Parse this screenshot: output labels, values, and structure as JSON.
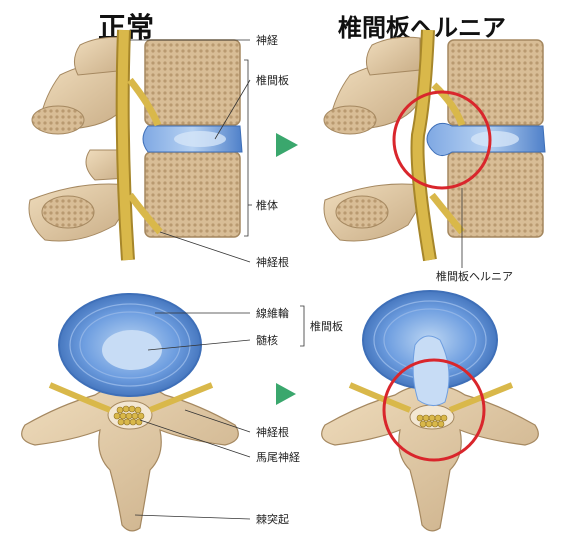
{
  "titles": {
    "normal": "正常",
    "herniated": "椎間板ヘルニア"
  },
  "labels": {
    "nerve": "神経",
    "disc": "椎間板",
    "vertebral_body": "椎体",
    "nerve_root": "神経根",
    "hernia": "椎間板ヘルニア",
    "annulus": "線維輪",
    "nucleus": "髄核",
    "disc_group": "椎間板",
    "nerve_root_bottom": "神経根",
    "cauda_equina": "馬尾神経",
    "spinous_process": "棘突起"
  },
  "colors": {
    "bone": "#e2cba7",
    "bone_dark": "#b89c74",
    "cancellous": "#c9ad86",
    "disc": "#5b8fd4",
    "disc_light": "#a9c8ee",
    "nerve": "#d9b84a",
    "nerve_dark": "#a6862a",
    "arrow": "#3aa76d",
    "highlight": "#d9262c"
  },
  "icons": {
    "transition_arrow": "right-triangle-arrow",
    "highlight_marker": "red-circle"
  }
}
